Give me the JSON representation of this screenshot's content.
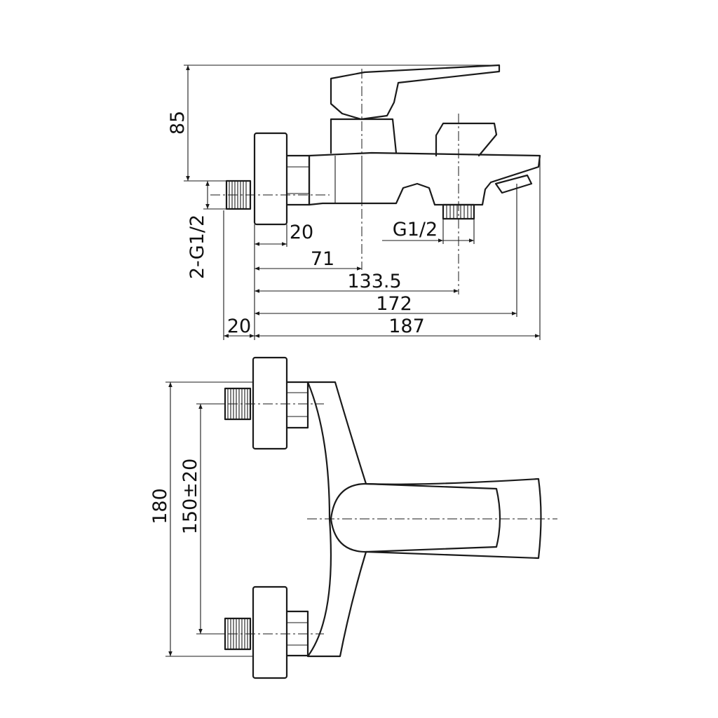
{
  "side_view": {
    "height_label": "85",
    "inlet_thread_label": "2-G1/2",
    "outlet_thread_label": "G1/2",
    "flange_label": "20",
    "lever_axis_label": "71",
    "outlet_axis_label": "133.5",
    "spout_tip_label": "172",
    "total_length_label": "187",
    "inlet_length_label": "20"
  },
  "top_view": {
    "total_width_label": "180",
    "inlet_spacing_label": "150±20"
  }
}
